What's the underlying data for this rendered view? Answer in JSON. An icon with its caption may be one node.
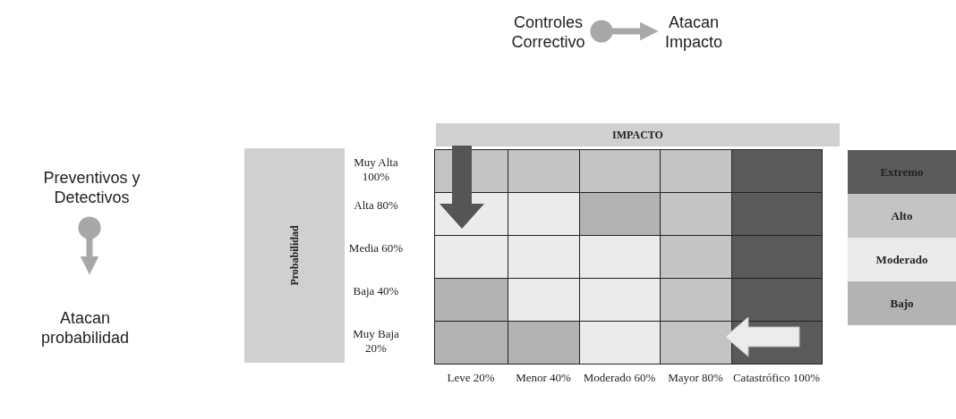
{
  "diagram": {
    "nodes": [
      {
        "text": [
          "Controles Correctivo"
        ]
      },
      {
        "text": [
          "Atacan Impacto"
        ]
      },
      {
        "text": [
          "IMPACTO"
        ]
      },
      {
        "text": [
          "Preventivos y Detectivos"
        ]
      },
      {
        "text": [
          "Atacan probabilidad"
        ]
      },
      {
        "text": [
          "Probabilidad"
        ]
      }
    ],
    "edges": [
      {
        "from": 0,
        "to": 1,
        "arrow": "to"
      },
      {
        "from": 3,
        "to": 4,
        "arrow": "to"
      }
    ],
    "labels": [
      "Muy Alta 100%",
      "Alta 80%",
      "Media 60%",
      "Baja 40%",
      "Muy Baja 20%",
      "Leve 20%",
      "Menor 40%",
      "Moderado 60%",
      "Mayor 80%",
      "Catastrófico 100%"
    ],
    "legend": [
      {
        "text": "Extremo",
        "color": "#5a5a5a"
      },
      {
        "text": "Alto",
        "color": "#c4c4c4"
      },
      {
        "text": "Moderado",
        "color": "#ebebeb"
      },
      {
        "text": "Bajo",
        "color": "#b3b3b3"
      }
    ]
  }
}
